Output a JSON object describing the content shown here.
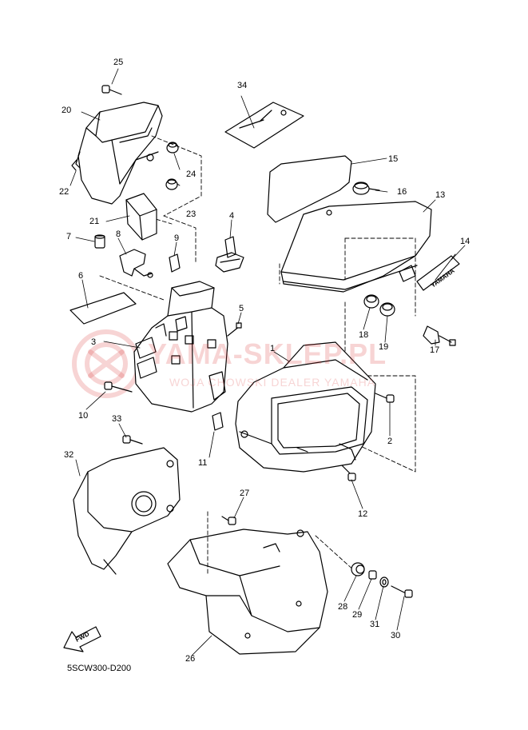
{
  "diagram": {
    "reference_code": "5SCW300-D200",
    "fwd_label": "FWD",
    "watermark": {
      "main": "YAMA-SKLEP.PL",
      "sub": "WOJA CHOWSKI DEALER YAMAHA",
      "color": "#dc3c3c"
    },
    "emblem_text": "YAMAHA",
    "callouts": [
      "1",
      "2",
      "3",
      "4",
      "5",
      "6",
      "7",
      "8",
      "9",
      "10",
      "11",
      "12",
      "13",
      "14",
      "15",
      "16",
      "17",
      "18",
      "19",
      "20",
      "21",
      "22",
      "23",
      "24",
      "25",
      "26",
      "27",
      "28",
      "29",
      "30",
      "31",
      "32",
      "33",
      "34"
    ]
  }
}
